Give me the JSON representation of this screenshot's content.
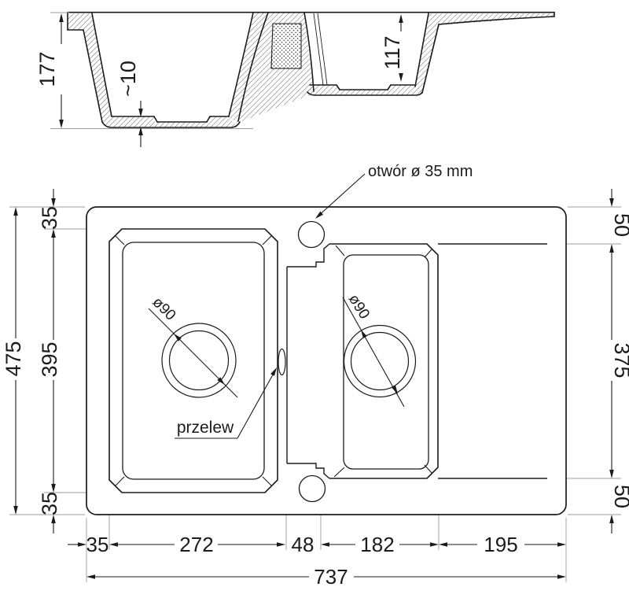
{
  "section": {
    "overall_depth": "177",
    "floor_thickness": "~10",
    "small_basin_depth": "117"
  },
  "plan": {
    "faucet_hole_label": "otwór ø 35 mm",
    "overflow_label": "przelew",
    "left_drain_diameter": "ø90",
    "right_drain_diameter": "ø90"
  },
  "dims_left": {
    "overall_height": "475",
    "top_rim": "35",
    "basin_length": "395",
    "bottom_rim": "35"
  },
  "dims_right": {
    "top_rim": "50",
    "drainer_length": "375",
    "bottom_rim": "50"
  },
  "dims_bottom": {
    "left_rim": "35",
    "main_basin_width": "272",
    "divider_width": "48",
    "small_basin_width": "182",
    "drainer_width": "195",
    "overall_width": "737"
  },
  "colors": {
    "line": "#1b1b1b",
    "extension": "#9d9d9d",
    "hatch": "#3a3a3a"
  }
}
